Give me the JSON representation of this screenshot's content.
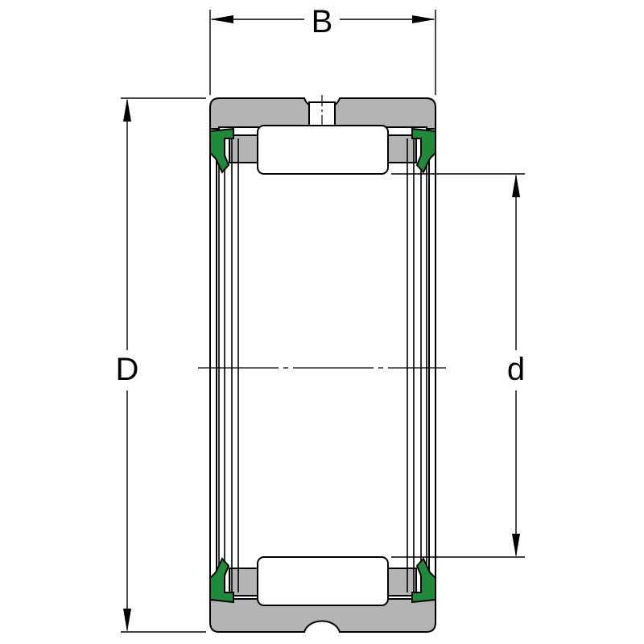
{
  "labels": {
    "width_label": "B",
    "outer_diameter_label": "D",
    "inner_diameter_label": "d"
  },
  "colors": {
    "ring_fill": "#b4b4b4",
    "seal_fill": "#1f8a3a",
    "line": "#000000",
    "background": "#ffffff"
  }
}
